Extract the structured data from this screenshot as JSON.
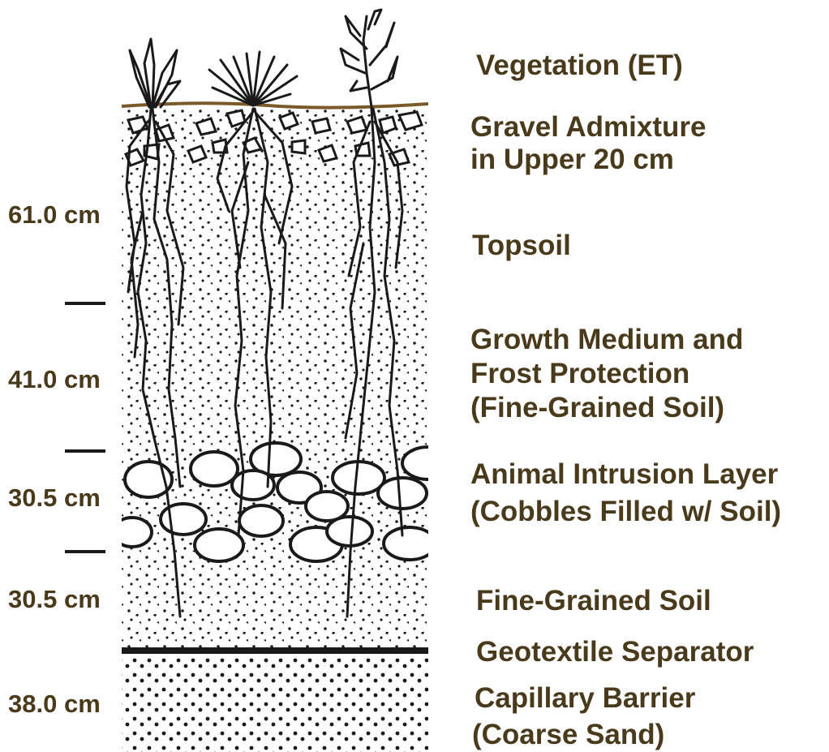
{
  "diagram": {
    "colors": {
      "label_text": "#4a3a1c",
      "ground_line": "#7a5a2a",
      "ink": "#1a1a1a"
    },
    "layers": [
      {
        "name": "Vegetation (ET)",
        "label_lines": [
          "Vegetation (ET)"
        ],
        "thickness": ""
      },
      {
        "name": "Gravel Admixture",
        "label_lines": [
          "Gravel Admixture",
          "in Upper 20 cm"
        ],
        "thickness": ""
      },
      {
        "name": "Topsoil",
        "label_lines": [
          "Topsoil"
        ],
        "thickness": "61.0 cm"
      },
      {
        "name": "Growth Medium and Frost Protection",
        "label_lines": [
          "Growth Medium and",
          "Frost Protection",
          "(Fine-Grained Soil)"
        ],
        "thickness": "41.0 cm"
      },
      {
        "name": "Animal Intrusion Layer",
        "label_lines": [
          "Animal Intrusion Layer",
          "(Cobbles Filled w/ Soil)"
        ],
        "thickness": "30.5 cm"
      },
      {
        "name": "Fine-Grained Soil",
        "label_lines": [
          "Fine-Grained Soil"
        ],
        "thickness": "30.5 cm"
      },
      {
        "name": "Geotextile Separator",
        "label_lines": [
          "Geotextile Separator"
        ],
        "thickness": ""
      },
      {
        "name": "Capillary Barrier",
        "label_lines": [
          "Capillary Barrier",
          "(Coarse Sand)"
        ],
        "thickness": "38.0 cm"
      }
    ]
  }
}
